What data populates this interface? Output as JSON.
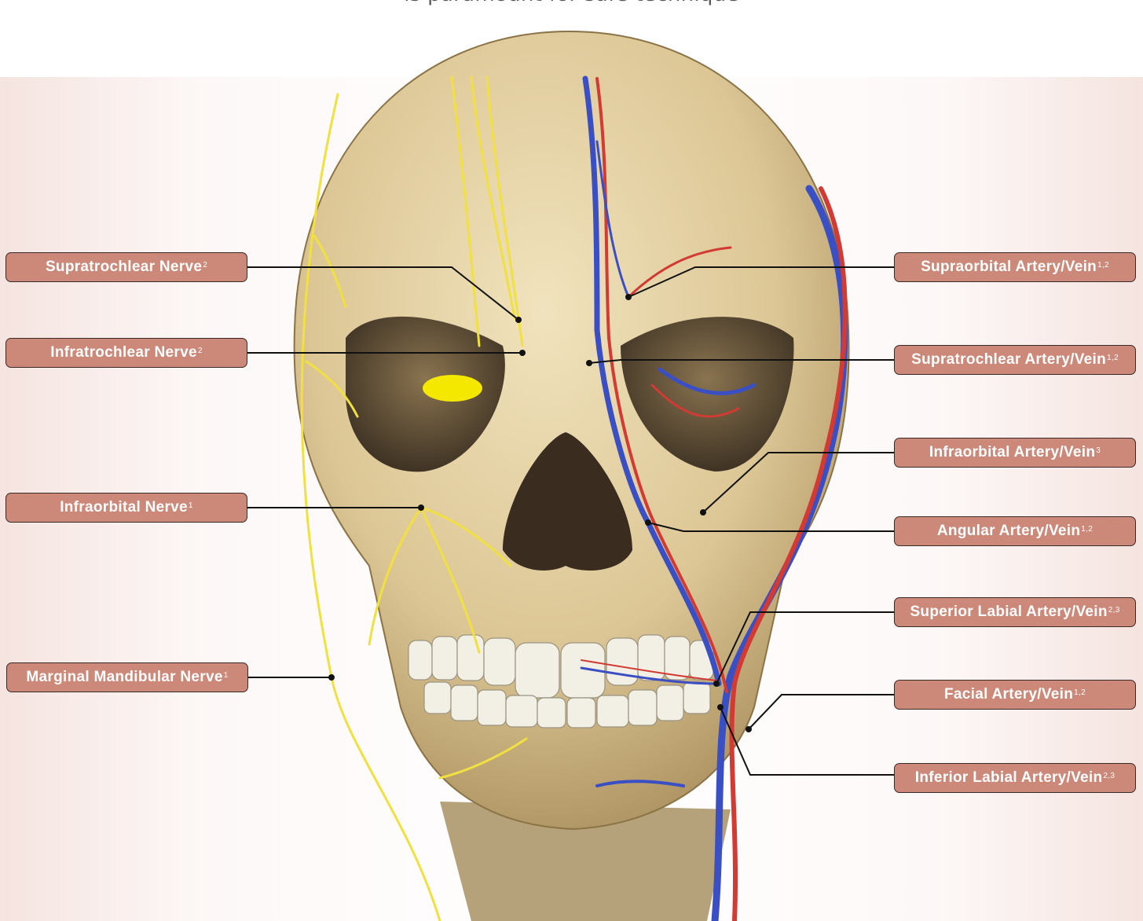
{
  "subtitle": "is paramount for safe technique",
  "colors": {
    "label_fill": "#cc8878",
    "nerve": "#f0e040",
    "artery": "#d23a34",
    "vein": "#3a4fc4",
    "bone": "#e6d3a6"
  },
  "labels": {
    "supratrochlear_nerve": {
      "text": "Supratrochlear Nerve",
      "sup": "2"
    },
    "infratrochlear_nerve": {
      "text": "Infratrochlear Nerve",
      "sup": "2"
    },
    "infraorbital_nerve": {
      "text": "Infraorbital Nerve",
      "sup": "1"
    },
    "marginal_mandibular_nerve": {
      "text": "Marginal Mandibular Nerve",
      "sup": "1"
    },
    "supraorbital_artery_vein": {
      "text": "Supraorbital Artery/Vein",
      "sup": "1,2"
    },
    "supratrochlear_artery_vein": {
      "text": "Supratrochlear Artery/Vein",
      "sup": "1,2"
    },
    "infraorbital_artery_vein": {
      "text": "Infraorbital Artery/Vein",
      "sup": "3"
    },
    "angular_artery_vein": {
      "text": "Angular Artery/Vein",
      "sup": "1,2"
    },
    "superior_labial_artery_vein": {
      "text": "Superior Labial Artery/Vein",
      "sup": "2,3"
    },
    "facial_artery_vein": {
      "text": "Facial Artery/Vein",
      "sup": "1,2"
    },
    "inferior_labial_artery_vein": {
      "text": "Inferior Labial Artery/Vein",
      "sup": "2,3"
    }
  }
}
